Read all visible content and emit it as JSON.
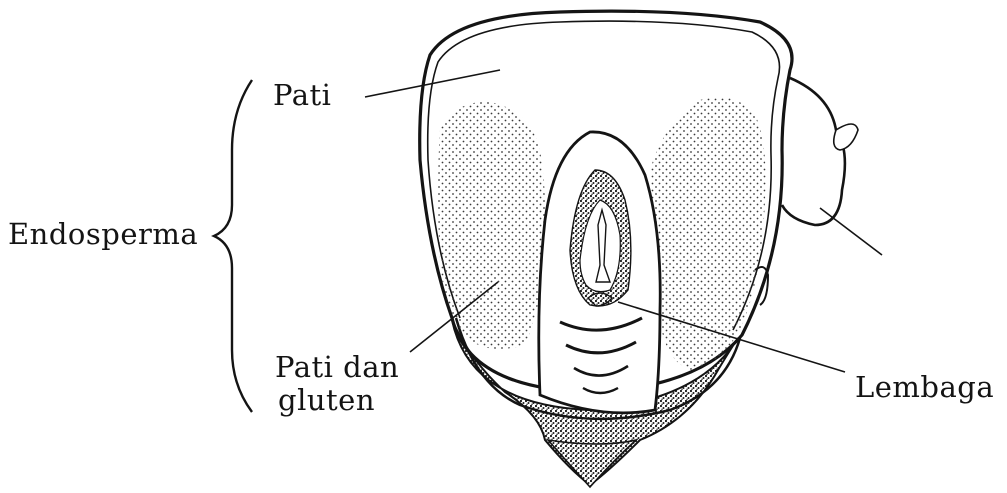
{
  "labels": {
    "pati": "Pati",
    "endosperma": "Endosperma",
    "pati_dan_gluten_line1": "Pati dan",
    "pati_dan_gluten_line2": "gluten",
    "lembaga": "Lembaga"
  },
  "colors": {
    "ink": "#141414",
    "background": "#ffffff"
  }
}
